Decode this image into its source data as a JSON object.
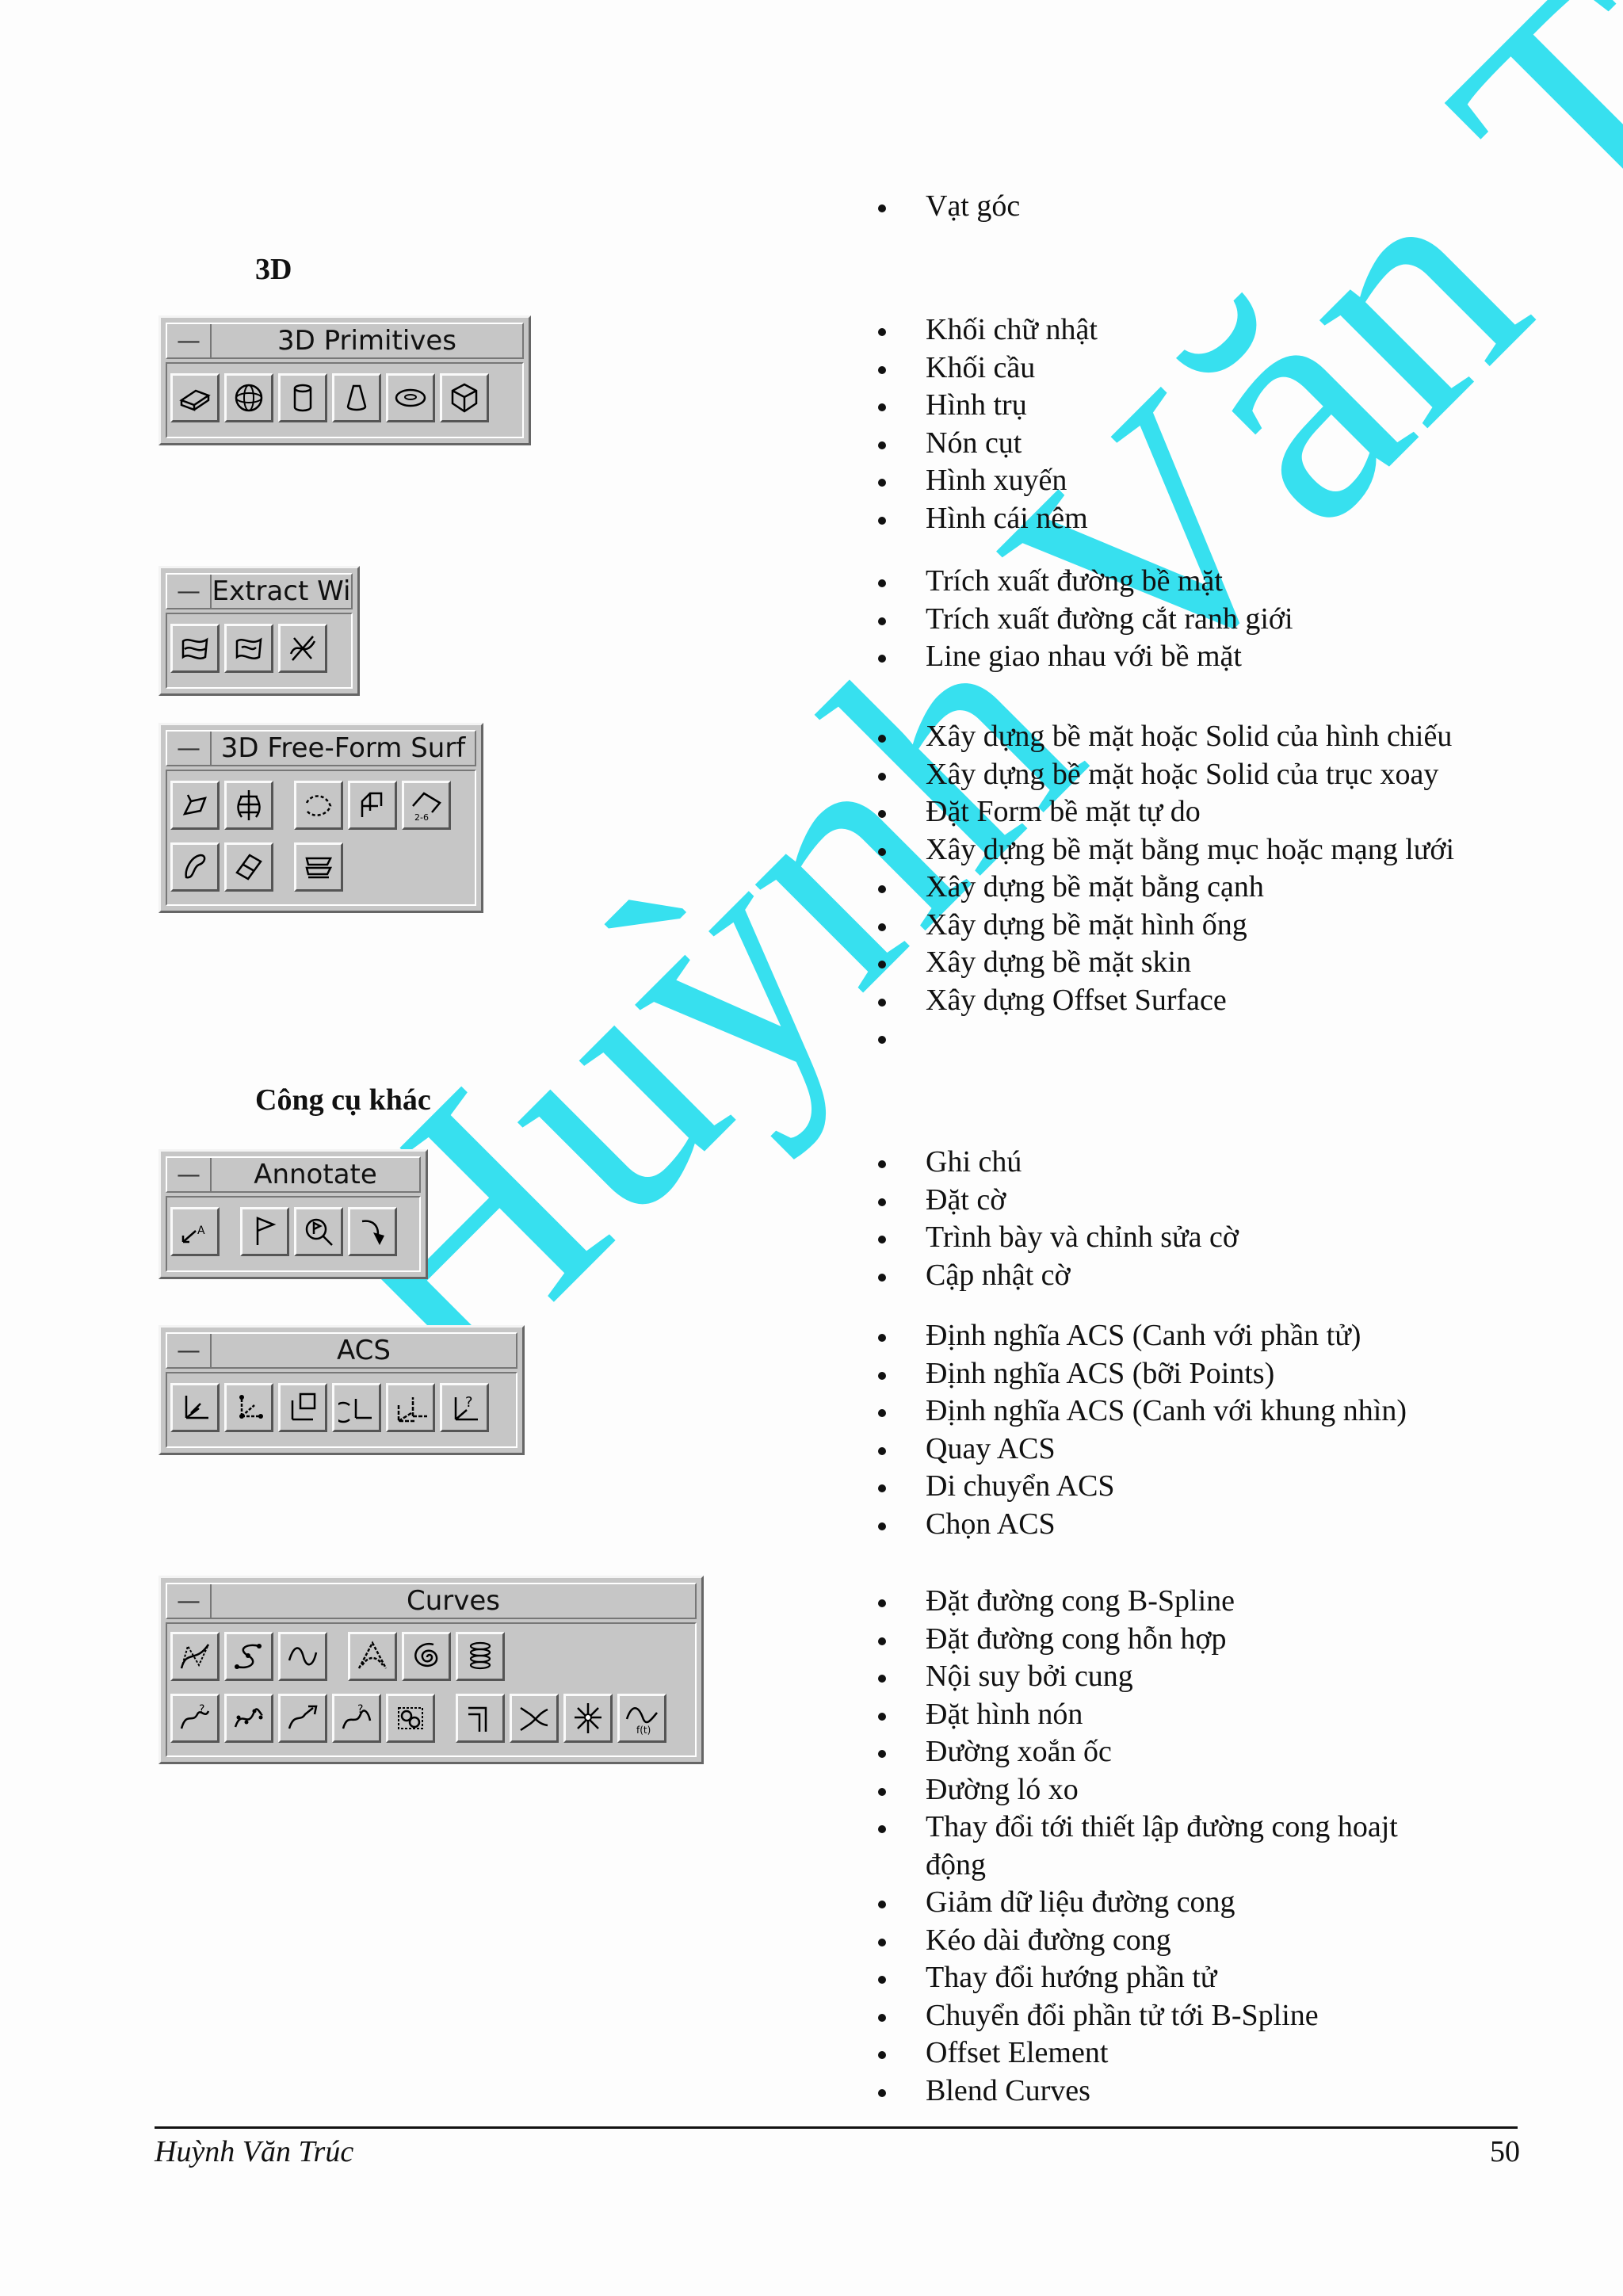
{
  "watermark": "Huỳnh Văn Trúc",
  "sections": {
    "h3d": "3D",
    "other_tools": "Công cụ khác"
  },
  "toolbars": {
    "primitives": {
      "title": "3D Primitives",
      "close": "—"
    },
    "extract": {
      "title": "Extract Wi",
      "close": "—"
    },
    "freeform": {
      "title": "3D Free-Form Surf",
      "close": "—"
    },
    "annotate": {
      "title": "Annotate",
      "close": "—"
    },
    "acs": {
      "title": "ACS",
      "close": "—"
    },
    "curves": {
      "title": "Curves",
      "close": "—"
    }
  },
  "lists": {
    "top": [
      "Vạt góc"
    ],
    "primitives": [
      "Khối chữ nhật",
      "Khối cầu",
      "Hình trụ",
      "Nón cụt",
      "Hình xuyến",
      "Hình cái nêm"
    ],
    "extract": [
      "Trích xuất đường bề mặt",
      "Trích xuất đường cắt ranh giới",
      "Line giao nhau với bề mặt"
    ],
    "freeform": [
      "Xây dựng bề mặt hoặc Solid của hình chiếu",
      "Xây dựng bề mặt hoặc Solid của trục xoay",
      "Đặt Form bề mặt tự do",
      "Xây dựng bề mặt bằng mục hoặc mạng lưới",
      "Xây dựng bề mặt bằng cạnh",
      "Xây dựng bề mặt hình ống",
      "Xây dựng bề mặt skin",
      "Xây dựng Offset Surface",
      ""
    ],
    "annotate": [
      "Ghi chú",
      "Đặt cờ",
      "Trình bày và chỉnh sửa cờ",
      "Cập nhật cờ"
    ],
    "acs": [
      "Định nghĩa ACS (Canh với phần tử)",
      "Định nghĩa ACS (bỡi Points)",
      "Định nghĩa ACS (Canh với khung nhìn)",
      "Quay ACS",
      "Di chuyển ACS",
      "Chọn ACS"
    ],
    "curves": [
      "Đặt đường cong B-Spline",
      "Đặt đường cong hỗn hợp",
      "Nội suy bởi cung",
      "Đặt hình nón",
      "Đường xoắn ốc",
      "Đường ló xo",
      "Thay đổi tới thiết lập đường cong hoajt",
      "động",
      "Giảm dữ liệu đường cong",
      "Kéo dài đường cong",
      "Thay đổi hướng phần tử",
      "Chuyển đổi phần tử tới B-Spline",
      "Offset Element",
      "Blend Curves"
    ]
  },
  "footer": {
    "author": "Huỳnh Văn Trúc",
    "page": "50"
  }
}
